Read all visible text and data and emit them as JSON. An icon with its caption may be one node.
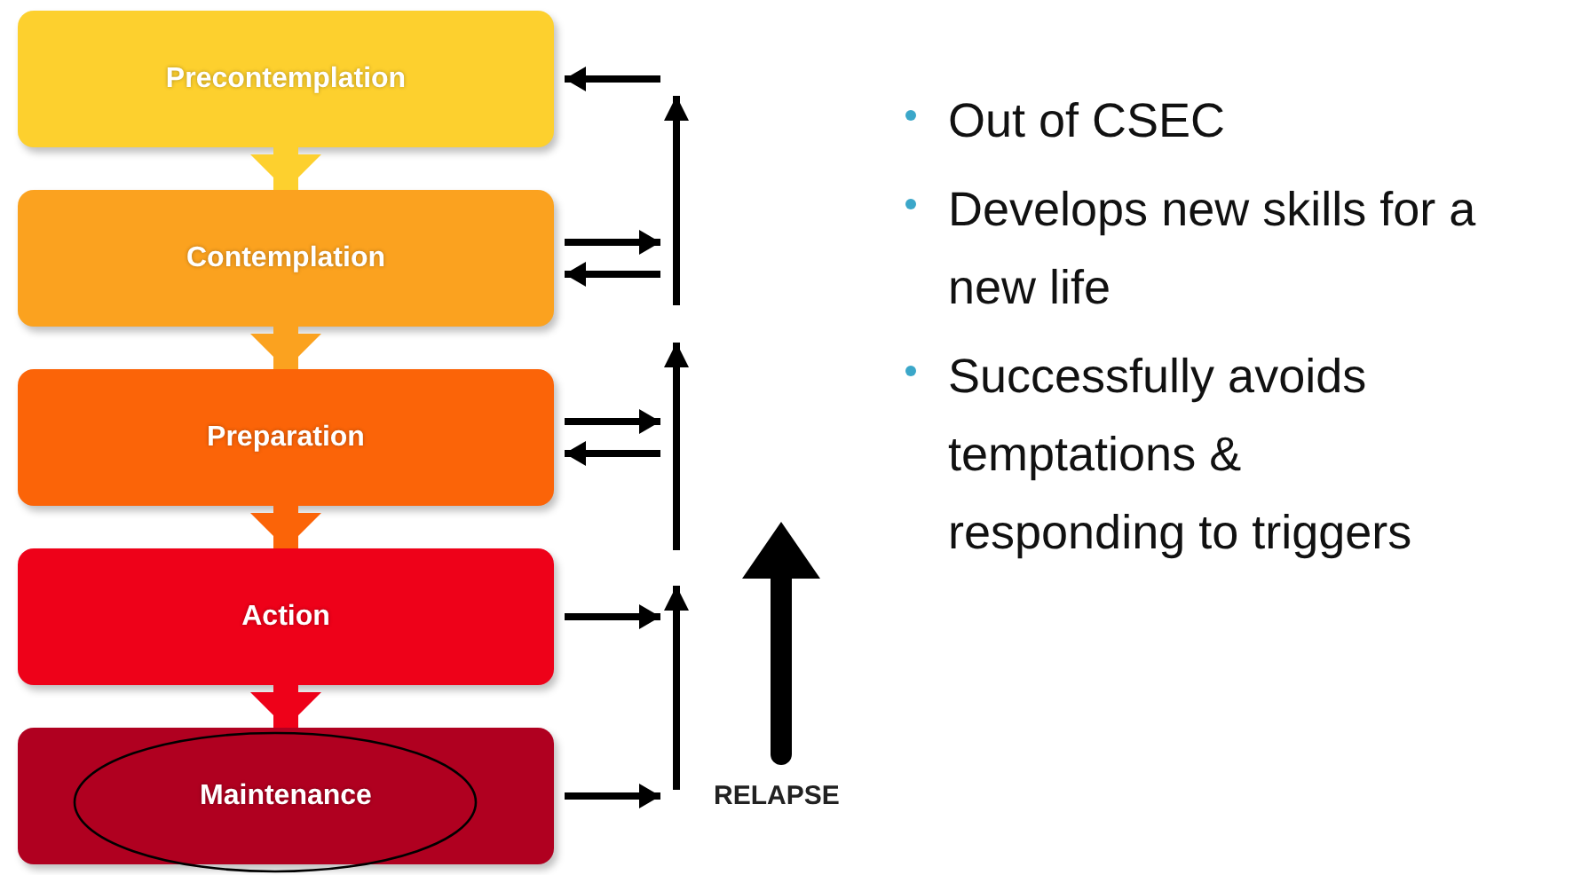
{
  "diagram": {
    "nodes": [
      {
        "text": [
          "Precontemplation"
        ]
      },
      {
        "text": [
          "Contemplation"
        ]
      },
      {
        "text": [
          "Preparation"
        ]
      },
      {
        "text": [
          "Action"
        ]
      },
      {
        "text": [
          "Maintenance"
        ]
      }
    ],
    "edges": [
      {
        "from": null,
        "to": 0,
        "arrow": "to"
      },
      {
        "from": 0,
        "to": 1,
        "arrow": "to",
        "style": "thick",
        "color": "#fdd02e"
      },
      {
        "from": 1,
        "to": null,
        "arrow": "to"
      },
      {
        "from": null,
        "to": 1,
        "arrow": "to"
      },
      {
        "from": 1,
        "to": 2,
        "arrow": "to",
        "style": "thick",
        "color": "#fba21f"
      },
      {
        "from": 2,
        "to": null,
        "arrow": "to"
      },
      {
        "from": null,
        "to": 2,
        "arrow": "to"
      },
      {
        "from": 2,
        "to": 3,
        "arrow": "to",
        "style": "thick",
        "color": "#fb6408"
      },
      {
        "from": 3,
        "to": null,
        "arrow": "to"
      },
      {
        "from": 3,
        "to": 4,
        "arrow": "to",
        "style": "thick",
        "color": "#ee0119"
      },
      {
        "from": 4,
        "to": null,
        "arrow": "to"
      }
    ],
    "labels": [
      "RELAPSE",
      "Out of CSEC",
      "Develops new skills for a new life",
      "Successfully avoids temptations & responding to triggers"
    ]
  }
}
